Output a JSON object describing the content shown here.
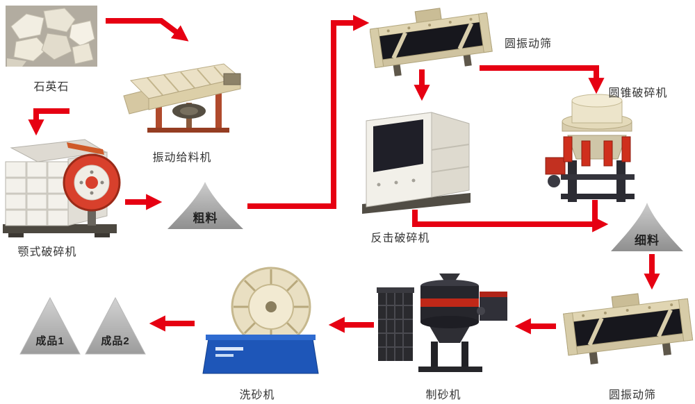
{
  "diagram": {
    "type": "process-flow",
    "arrow_color": "#e60012",
    "labels": {
      "quartz": "石英石",
      "feeder": "振动给料机",
      "jaw_crusher": "颚式破碎机",
      "coarse_material": "粗料",
      "screen_top": "圆振动筛",
      "cone_crusher": "圆锥破碎机",
      "impact_crusher": "反击破碎机",
      "fine_material": "细料",
      "screen_bottom": "圆振动筛",
      "sand_maker": "制砂机",
      "sand_washer": "洗砂机",
      "product1": "成品1",
      "product2": "成品2"
    },
    "flow_edges": [
      [
        "quartz",
        "feeder"
      ],
      [
        "feeder",
        "jaw_crusher"
      ],
      [
        "jaw_crusher",
        "coarse_material"
      ],
      [
        "coarse_material",
        "screen_top"
      ],
      [
        "screen_top",
        "impact_crusher"
      ],
      [
        "screen_top",
        "cone_crusher"
      ],
      [
        "impact_crusher",
        "fine_material"
      ],
      [
        "cone_crusher",
        "fine_material"
      ],
      [
        "fine_material",
        "screen_bottom"
      ],
      [
        "screen_bottom",
        "sand_maker"
      ],
      [
        "sand_maker",
        "sand_washer"
      ],
      [
        "sand_washer",
        "product1"
      ],
      [
        "sand_washer",
        "product2"
      ]
    ]
  }
}
